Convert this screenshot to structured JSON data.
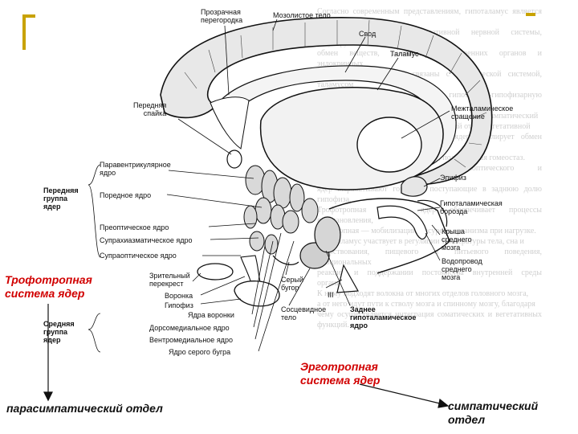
{
  "accent_color": "#c8a200",
  "faded_text_lines": [
    "Согласно современным представлениям, гипоталамус является высшим",
    "подкорковым центром вегетативной нервной системы, регулирующим",
    "обмен веществ, деятельность внутренних органов и эндокринных",
    "желез. Его ядра тесно связаны с лимбической системой, таламусом",
    "и гипофизом, образуя единую гипоталамо-гипофизарную систему.",
    "Передняя группа ядер оказывает влияние на парасимпатический",
    "отдел, задняя группа — на симпатический отдел вегетативной",
    "нервной системы. Средняя группа ядер регулирует обмен веществ",
    "и деятельность эндокринных желез, поддерживая гомеостаз.",
    "Нейросекреторные клетки супраоптического и паравентрикулярного",
    "ядер вырабатывают гормоны, поступающие в заднюю долю гипофиза.",
    "Трофотропная система ядер обеспечивает процессы восстановления,",
    "эрготропная — мобилизацию ресурсов организма при нагрузке.",
    "Гипоталамус участвует в регуляции температуры тела, сна и",
    "бодрствования, пищевого и питьевого поведения, эмоциональных",
    "реакций и поддержании постоянства внутренней среды организма.",
    "К нему подходят волокна от многих отделов головного мозга,",
    "а от него идут пути к стволу мозга и спинному мозгу, благодаря",
    "чему осуществляется интеграция соматических и вегетативных функций."
  ],
  "labels": {
    "septum": "Прозрачная\nперегородка",
    "corpus_callosum": "Мозолистое тело",
    "fornix": "Свод",
    "thalamus": "Таламус",
    "anterior_commissure": "Передняя\nспайка",
    "interthalamic_adhesion": "Межталамическое\nсращение",
    "paraventricular": "Паравентрикулярное\nядро",
    "anterior_group": "Передняя\nгруппа\nядер",
    "preoptic_area": "Поредное ядро",
    "epiphysis": "Эпифиз",
    "hypothalamic_sulcus": "Гипоталамическая\nборозда",
    "preoptic": "Преоптическое ядро",
    "suprachiasmatic": "Супрахиазматическое ядро",
    "tectum": "Крыша\nсреднего\nмозга",
    "supraoptic": "Супраоптическое ядро",
    "aqueduct": "Водопровод\nсреднего\nмозга",
    "optic_chiasm": "Зрительный\nперекрест",
    "tuber_cinereum": "Серый\nбугор",
    "infundibulum": "Воронка",
    "hypophysis": "Гипофиз",
    "third_nerve": "III",
    "mamillary": "Сосцевидное\nтело",
    "posterior_nucleus": "Заднее\nгипоталамическое\nядро",
    "infundibular_nucleus": "Ядра воронки",
    "middle_group": "Средняя\nгруппа\nядер",
    "dorsomedial": "Дорсомедиальное ядро",
    "ventromedial": "Вентромедиальное ядро",
    "tuberal": "Ядро серого бугра"
  },
  "captions": {
    "trophotropic": "Трофотропная\nсистема ядер",
    "ergotropic": "Эрготропная\nсистема ядер",
    "parasympathetic": "парасимпатический отдел",
    "sympathetic": "симпатический\nотдел"
  }
}
